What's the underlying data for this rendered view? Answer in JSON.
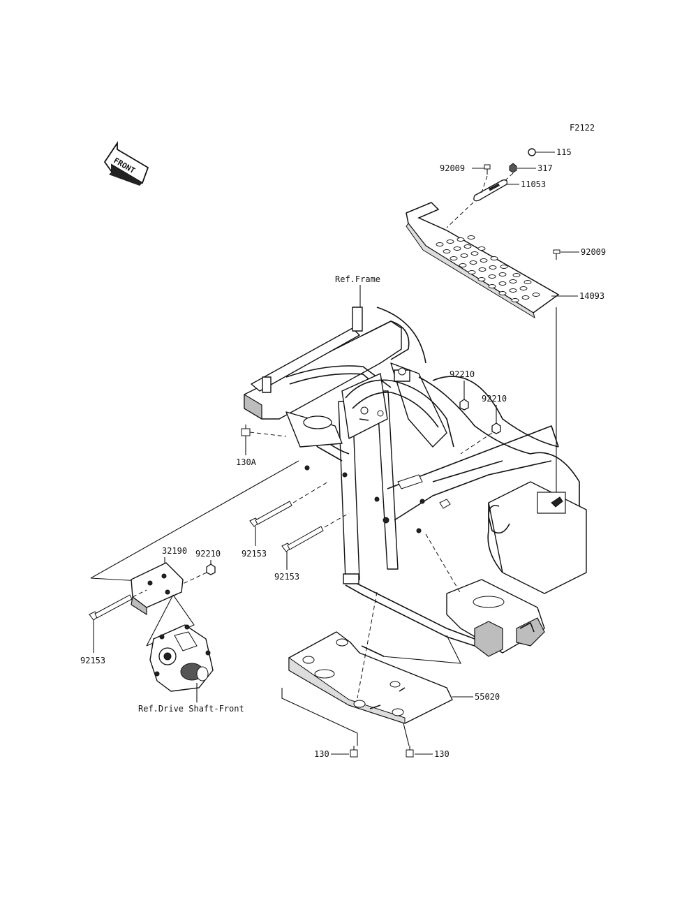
{
  "diagram": {
    "code": "F2122",
    "front_label": "FRONT",
    "refs": {
      "frame": "Ref.Frame",
      "drive_shaft": "Ref.Drive Shaft-Front"
    },
    "parts": {
      "p115": "115",
      "p317": "317",
      "p92009a": "92009",
      "p11053": "11053",
      "p92009b": "92009",
      "p14093": "14093",
      "p92210a": "92210",
      "p92210b": "92210",
      "p130A": "130A",
      "p92210c": "92210",
      "p32190": "32190",
      "p92153a": "92153",
      "p92153b": "92153",
      "p92153c": "92153",
      "p55020": "55020",
      "p130a": "130",
      "p130b": "130"
    }
  }
}
